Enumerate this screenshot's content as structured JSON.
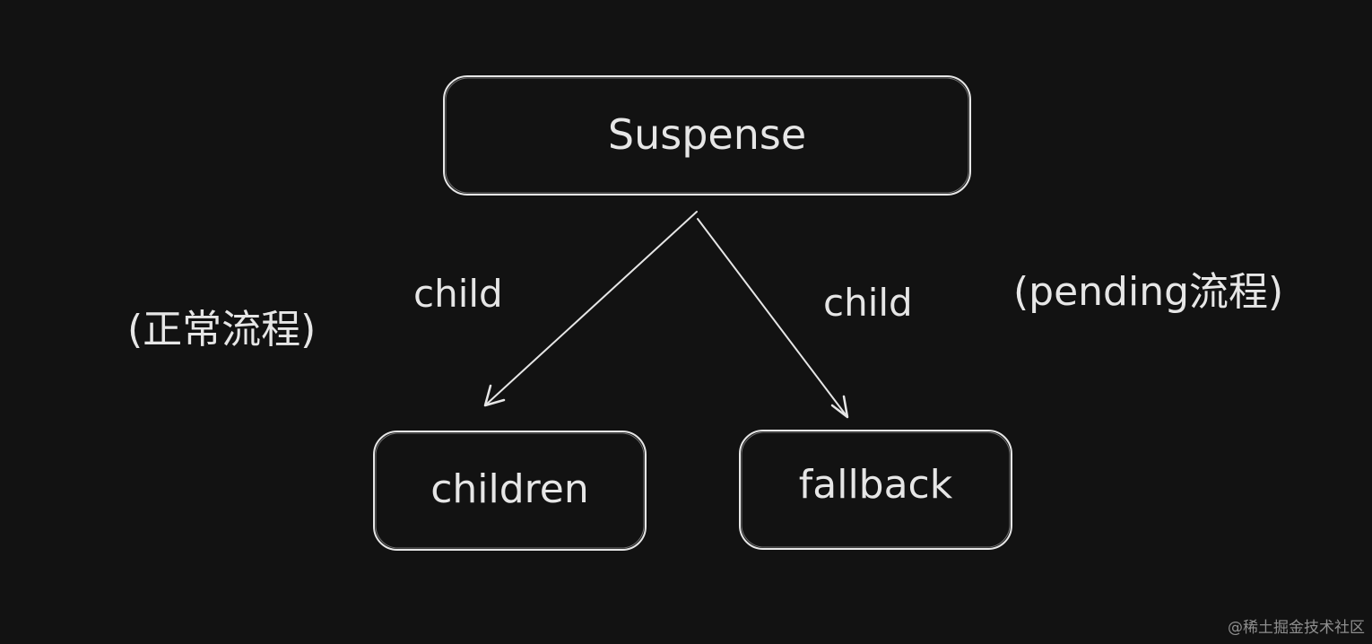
{
  "colors": {
    "background": "#121212",
    "stroke": "#e6e6e6",
    "watermark": "#8f8f8f"
  },
  "nodes": {
    "suspense": "Suspense",
    "children": "children",
    "fallback": "fallback"
  },
  "edges": {
    "left_label": "child",
    "right_label": "child"
  },
  "notes": {
    "normal_flow": "(正常流程)",
    "pending_flow": "(pending流程)"
  },
  "watermark": "@稀土掘金技术社区"
}
